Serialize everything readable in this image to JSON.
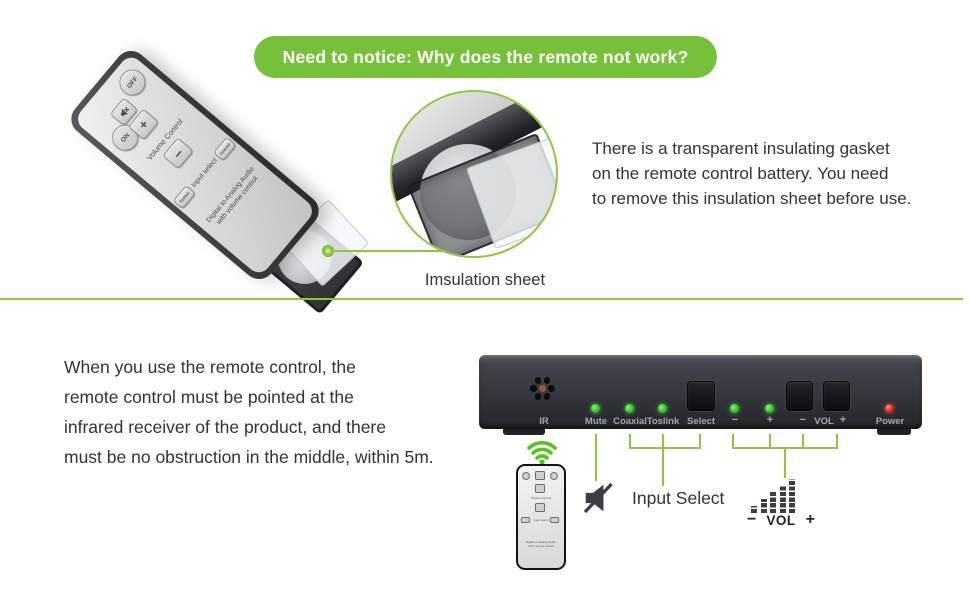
{
  "banner": {
    "text": "Need to notice: Why does the remote not work?"
  },
  "insulation_note": {
    "lines": [
      "There is a transparent insulating gasket",
      "on the remote control battery. You need",
      "to remove this insulation sheet before use."
    ]
  },
  "magnifier": {
    "caption": "Imsulation sheet"
  },
  "usage_note": {
    "lines": [
      "When you use the remote control, the",
      "remote control must be pointed at the",
      "infrared receiver of the product, and there",
      "must be no obstruction in the middle, within 5m."
    ]
  },
  "remote": {
    "on": "ON",
    "off": "OFF",
    "plus": "+",
    "minus": "−",
    "volume_control": "Volume Control",
    "input_select": "Input select",
    "toslink": "Toslink",
    "coaxial": "Coaxial",
    "brand_line1": "Digital to Analog Audio",
    "brand_line2": "with volume control"
  },
  "panel": {
    "ir": "IR",
    "mute": "Mute",
    "coaxial": "Coaxial",
    "toslink": "Toslink",
    "select": "Select",
    "input_minus": "−",
    "input_plus": "+",
    "vol_minus": "−",
    "vol": "VOL",
    "vol_plus": "+",
    "power": "Power"
  },
  "callouts": {
    "input_select": "Input Select",
    "vol_minus": "−",
    "vol": "VOL",
    "vol_plus": "+"
  },
  "colors": {
    "banner_green": "#77c13a",
    "line_green": "#8dc63f",
    "led_green": "#35c526",
    "power_red": "#e3241b"
  }
}
